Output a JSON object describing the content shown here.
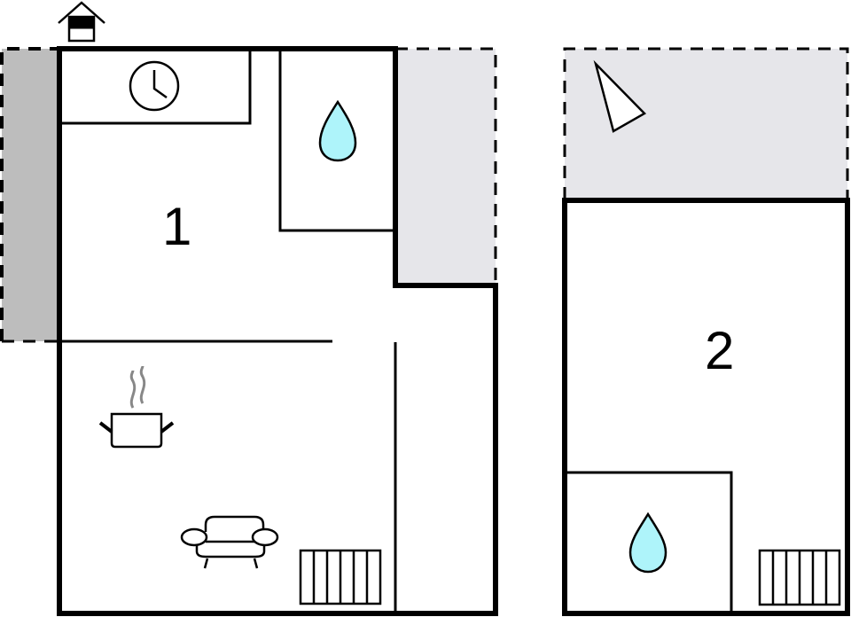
{
  "floorplan": {
    "rooms": [
      {
        "label": "1",
        "name": "floor-1"
      },
      {
        "label": "2",
        "name": "floor-2"
      }
    ],
    "icons": {
      "entrance": "house-entrance-icon",
      "sauna": "clock-icon",
      "bathroom": "water-drop-icon",
      "kitchen": "cooking-pot-icon",
      "living": "armchair-icon",
      "stairs": "stairs-icon",
      "terrace_direction": "compass-pointer-icon"
    },
    "colors": {
      "wall": "#000000",
      "terrace_light": "#e6e6ea",
      "terrace_dark": "#bdbdbd",
      "water": "#aef4fa",
      "steam": "#888888"
    }
  }
}
